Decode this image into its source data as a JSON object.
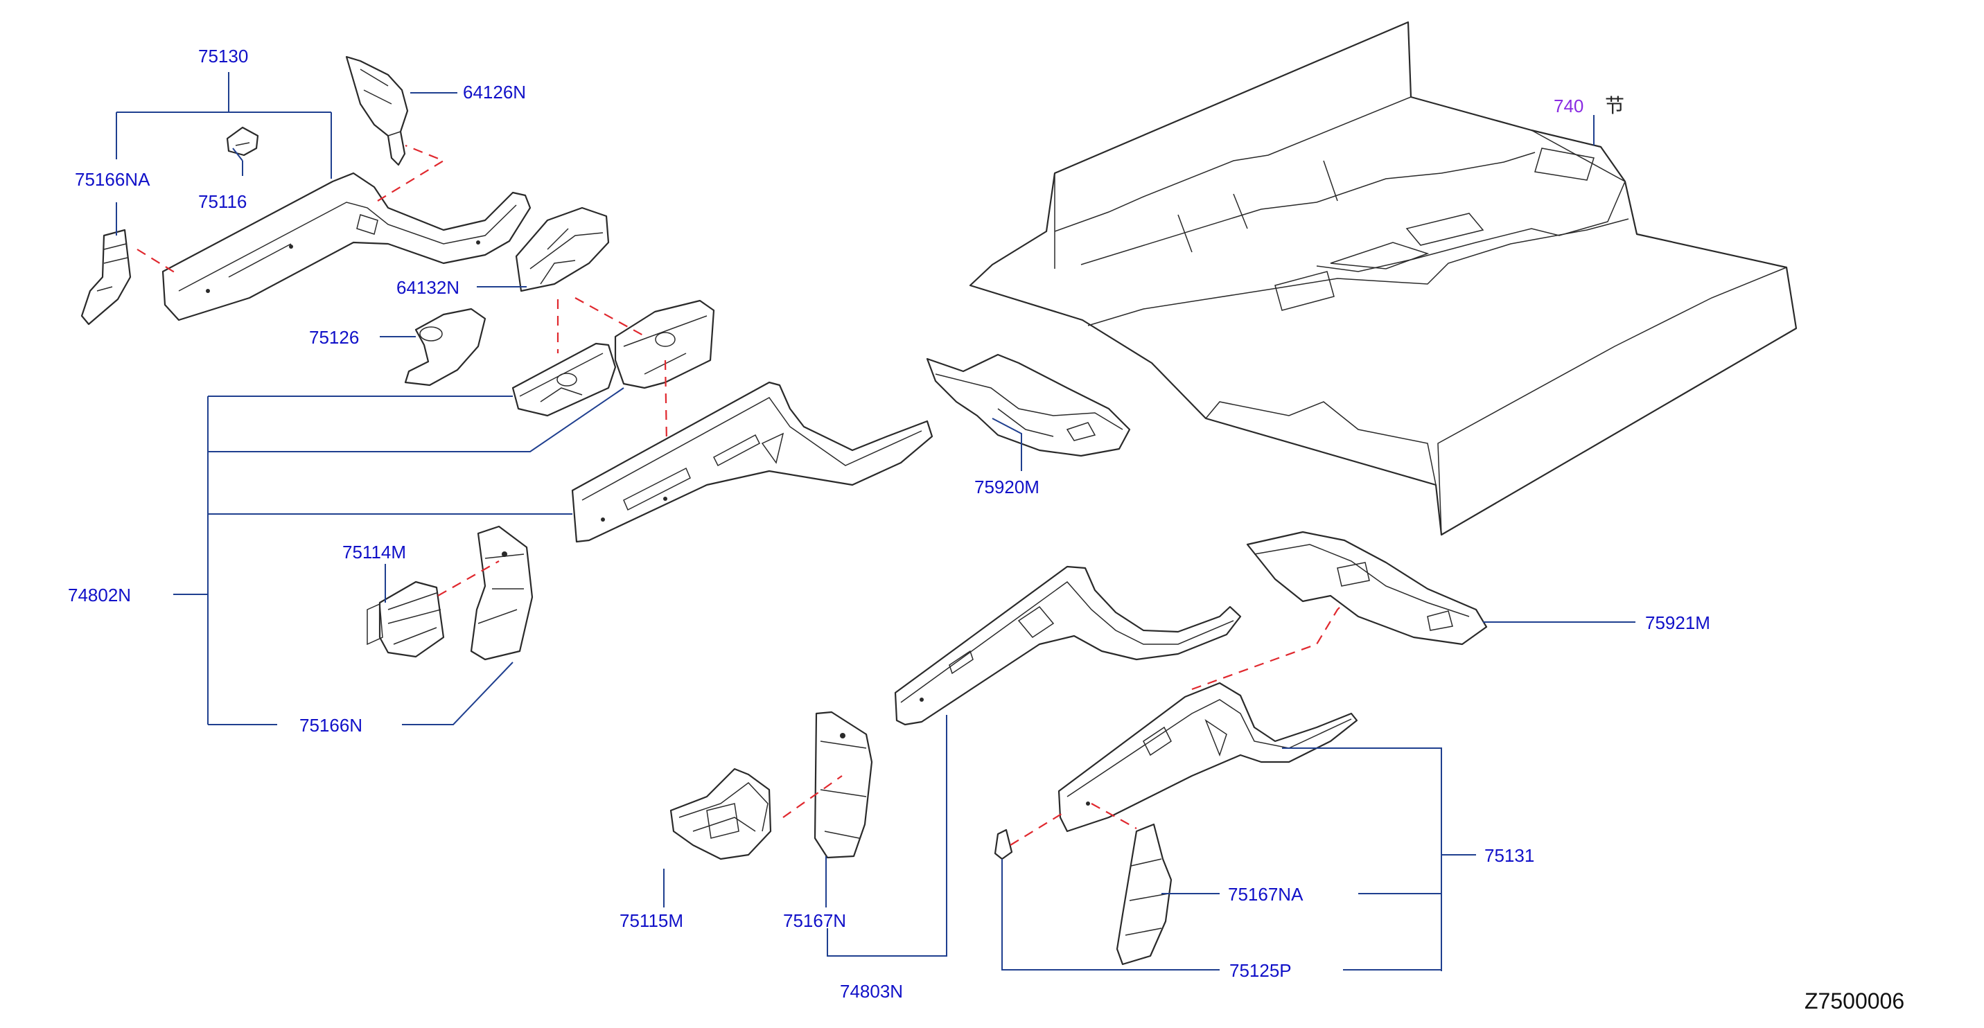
{
  "labels": {
    "p75130": "75130",
    "p64126N": "64126N",
    "p75166NA": "75166NA",
    "p75116": "75116",
    "p64132N": "64132N",
    "p75126": "75126",
    "p74802N": "74802N",
    "p75114M": "75114M",
    "p75166N": "75166N",
    "p75920M": "75920M",
    "p740": "740",
    "p75921M": "75921M",
    "p75131": "75131",
    "p75167NA": "75167NA",
    "p75125P": "75125P",
    "p75115M": "75115M",
    "p75167N": "75167N",
    "p74803N": "74803N"
  },
  "section_symbol": "节",
  "diagram_code": "Z7500006",
  "colors": {
    "label": "#1010c8",
    "label_highlight": "#8a2be2",
    "leader": "#1f3f8f",
    "dash": "#e0282e",
    "line": "#2a2a2a"
  }
}
